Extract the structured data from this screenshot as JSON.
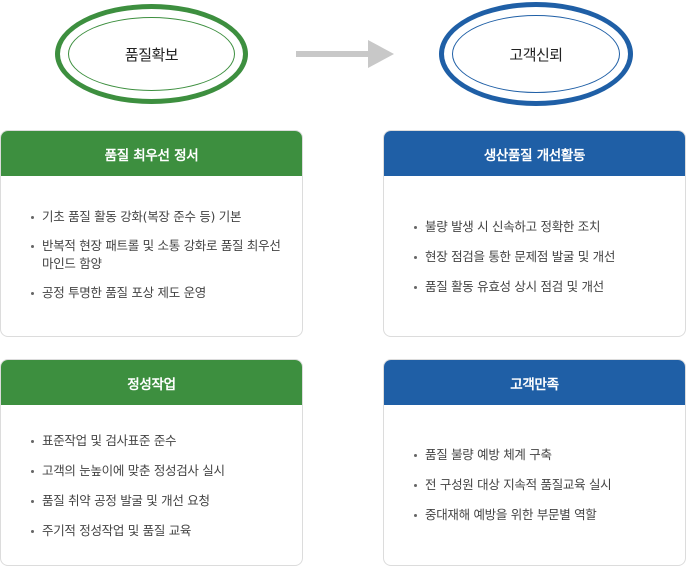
{
  "flow": {
    "left_label": "품질확보",
    "right_label": "고객신뢰",
    "left_color": "#3d8f3f",
    "right_color": "#1f5fa6",
    "arrow_color": "#c8c8c8"
  },
  "cards": [
    {
      "title": "품질 최우선 정서",
      "items": [
        "기초 품질 활동 강화(복장 준수 등) 기본",
        "반복적 현장 패트롤 및 소통 강화로 품질 최우선 마인드 함양",
        "공정 투명한 품질 포상 제도 운영"
      ]
    },
    {
      "title": "생산품질 개선활동",
      "items": [
        "불량 발생 시 신속하고 정확한 조치",
        "현장 점검을 통한 문제점 발굴 및 개선",
        "품질 활동 유효성 상시 점검 및 개선"
      ]
    },
    {
      "title": "정성작업",
      "items": [
        "표준작업 및 검사표준 준수",
        "고객의 눈높이에 맞춘 정성검사 실시",
        "품질 취약 공정 발굴 및 개선 요청",
        "주기적 정성작업 및 품질 교육"
      ]
    },
    {
      "title": "고객만족",
      "items": [
        "품질 불량 예방 체계 구축",
        "전 구성원 대상 지속적 품질교육 실시",
        "중대재해 예방을 위한 부문별 역할"
      ]
    }
  ]
}
